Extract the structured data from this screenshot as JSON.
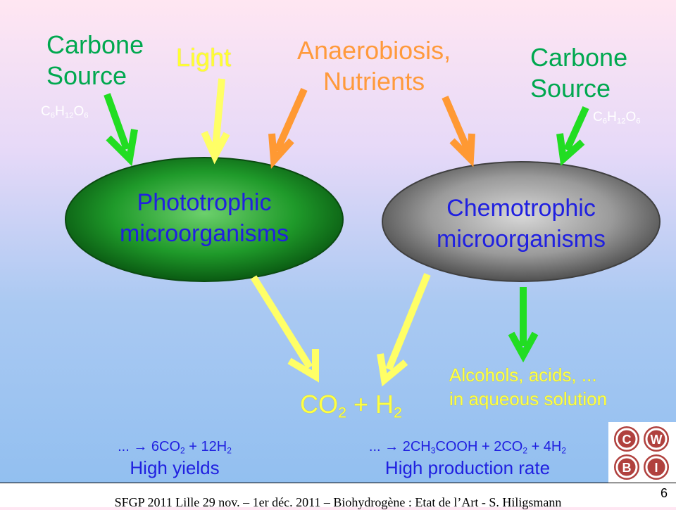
{
  "colors": {
    "carbon_green": "#00a84f",
    "light_yellow": "#ffff33",
    "anaerobiosis_orange": "#ff9a3c",
    "arrow_green": "#22dd22",
    "arrow_yellow": "#ffff66",
    "arrow_orange": "#ff9933",
    "label_blue": "#2020e0",
    "product_yellow": "#ffff44",
    "logo_red": "#b0413e"
  },
  "labels": {
    "carbon_source_left": [
      "Carbone",
      "Source"
    ],
    "light": "Light",
    "anaerobiosis": [
      "Anaerobiosis,",
      "Nutrients"
    ],
    "carbon_source_right": [
      "Carbone",
      "Source"
    ],
    "glucose_formula": {
      "c": "C",
      "c_sub": "6",
      "h": "H",
      "h_sub": "12",
      "o": "O",
      "o_sub": "6"
    }
  },
  "phototrophic": {
    "line1": "Phototrophic",
    "line2": "microorganisms"
  },
  "chemotrophic": {
    "line1": "Chemotrophic",
    "line2": "microorganisms"
  },
  "product_gas": {
    "co": "CO",
    "co_sub": "2",
    "plus": " + ",
    "h": "H",
    "h_sub": "2"
  },
  "product_liquid": {
    "line1": "Alcohols, acids, ...",
    "line2": "in aqueous solution"
  },
  "left_reaction": {
    "prefix": "... → 6CO",
    "sub1": "2",
    "middle": " + 12H",
    "sub2": "2",
    "caption": "High yields"
  },
  "right_reaction": {
    "prefix": "... → 2CH",
    "sub1": "3",
    "middle": "COOH + 2CO",
    "sub2": "2",
    "middle2": " + 4H",
    "sub3": "2",
    "caption": "High production rate"
  },
  "logo": {
    "letters": [
      "C",
      "W",
      "B",
      "I"
    ]
  },
  "footer": {
    "text": "SFGP 2011 Lille 29 nov. – 1er déc. 2011 – Biohydrogène : Etat de l’Art - S. Hiligsmann",
    "page": "6"
  }
}
